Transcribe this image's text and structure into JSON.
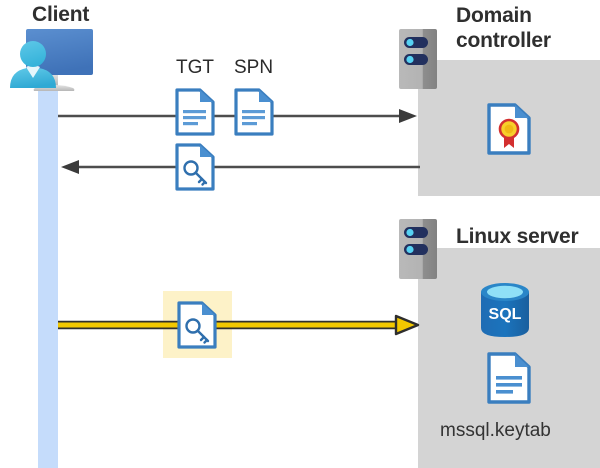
{
  "diagram": {
    "type": "kerberos-authentication-flow",
    "background": "#ffffff",
    "panel_color": "#d4d4d4",
    "lifeline_color": "#c5dcfb",
    "arrow_gray": "#4d4d4d",
    "arrow_yellow": "#f2c800",
    "highlight_color": "#fdf2c8",
    "accent_blue": "#3a7ebf"
  },
  "actors": {
    "client": {
      "label": "Client",
      "icon": "client-computer-user-icon"
    },
    "domain_controller": {
      "label": "Domain\ncontroller",
      "server_icon": "server-icon",
      "content_icon": "certificate-icon"
    },
    "linux_server": {
      "label": "Linux server",
      "server_icon": "server-icon",
      "database_icon": "sql-database-icon",
      "database_text": "SQL",
      "file_icon": "document-icon",
      "file_label": "mssql.keytab"
    }
  },
  "flows": [
    {
      "id": "request",
      "direction": "right",
      "style": "gray",
      "labels": [
        "TGT",
        "SPN"
      ],
      "icons": [
        "tgt-document-icon",
        "spn-document-icon"
      ]
    },
    {
      "id": "response",
      "direction": "left",
      "style": "gray",
      "labels": [],
      "icons": [
        "key-document-icon"
      ]
    },
    {
      "id": "keytab",
      "direction": "right",
      "style": "yellow-highlighted",
      "labels": [],
      "icons": [
        "key-document-icon"
      ]
    }
  ]
}
